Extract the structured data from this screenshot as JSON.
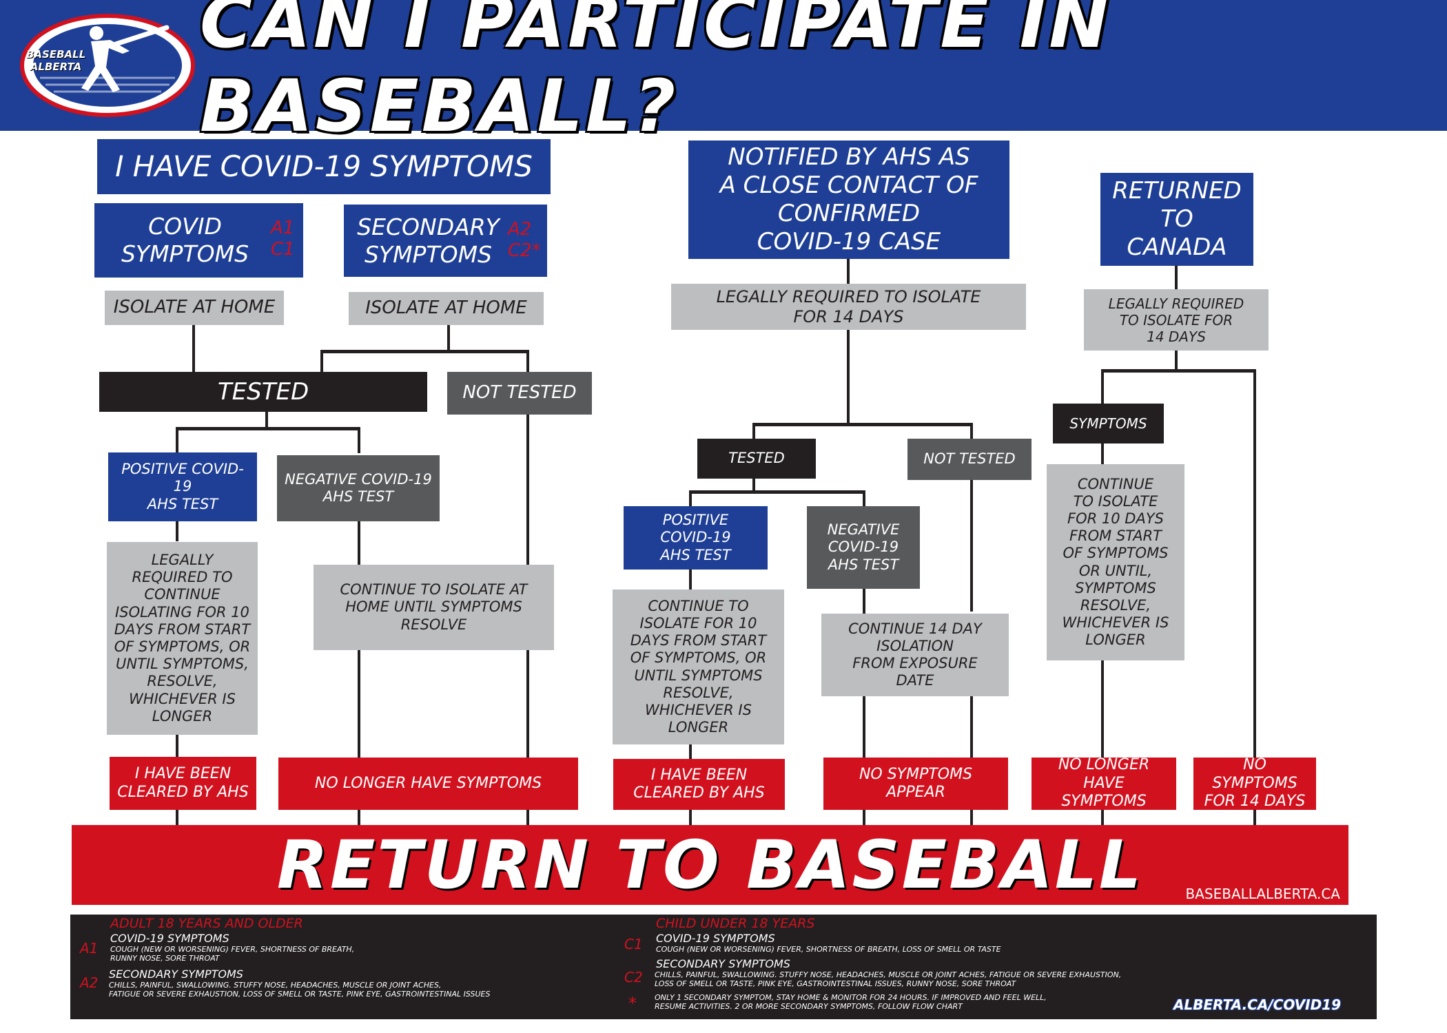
{
  "header": {
    "title": "CAN I PARTICIPATE IN BASEBALL?",
    "logo_line1": "BASEBALL",
    "logo_line2": "ALBERTA"
  },
  "symptoms": {
    "heading": "I HAVE COVID-19 SYMPTOMS",
    "covid_symptoms": "COVID\nSYMPTOMS",
    "covid_refs": "A1\nC1",
    "secondary_symptoms": "SECONDARY\nSYMPTOMS",
    "secondary_refs": "A2\nC2*",
    "isolate_1": "ISOLATE AT HOME",
    "isolate_2": "ISOLATE AT HOME",
    "tested": "TESTED",
    "not_tested": "NOT TESTED",
    "positive": "POSITIVE COVID-19\nAHS TEST",
    "negative": "NEGATIVE COVID-19\nAHS TEST",
    "positive_action": "LEGALLY\nREQUIRED TO\nCONTINUE\nISOLATING FOR 10\nDAYS FROM START\nOF SYMPTOMS, OR\nUNTIL SYMPTOMS,\nRESOLVE,\nWHICHEVER IS\nLONGER",
    "negative_action": "CONTINUE TO ISOLATE AT\nHOME UNTIL SYMPTOMS\nRESOLVE",
    "cleared": "I HAVE BEEN\nCLEARED BY AHS",
    "no_longer": "NO LONGER HAVE SYMPTOMS"
  },
  "contact": {
    "heading": "NOTIFIED BY AHS AS\nA CLOSE CONTACT OF\nCONFIRMED\nCOVID-19 CASE",
    "isolate": "LEGALLY REQUIRED TO ISOLATE\nFOR 14 DAYS",
    "tested": "TESTED",
    "not_tested": "NOT TESTED",
    "positive": "POSITIVE\nCOVID-19\nAHS TEST",
    "negative": "NEGATIVE\nCOVID-19\nAHS TEST",
    "positive_action": "CONTINUE TO\nISOLATE FOR 10\nDAYS FROM START\nOF SYMPTOMS, OR\nUNTIL SYMPTOMS\nRESOLVE,\nWHICHEVER IS\nLONGER",
    "negative_action": "CONTINUE 14 DAY\nISOLATION\nFROM EXPOSURE\nDATE",
    "cleared": "I HAVE BEEN\nCLEARED BY AHS",
    "no_symptoms": "NO SYMPTOMS\nAPPEAR"
  },
  "returned": {
    "heading": "RETURNED\nTO CANADA",
    "isolate": "LEGALLY REQUIRED\nTO ISOLATE FOR\n14 DAYS",
    "symptoms": "SYMPTOMS",
    "symptoms_action": "CONTINUE\nTO ISOLATE\nFOR 10 DAYS\nFROM START\nOF SYMPTOMS\nOR UNTIL,\nSYMPTOMS\nRESOLVE,\nWHICHEVER IS\nLONGER",
    "no_longer": "NO LONGER HAVE\nSYMPTOMS",
    "no_symptoms_14": "NO SYMPTOMS\nFOR 14 DAYS"
  },
  "return_banner": {
    "text": "RETURN TO BASEBALL",
    "url": "BASEBALLALBERTA.CA"
  },
  "footer": {
    "adult_heading": "ADULT 18 YEARS AND OLDER",
    "a1_ref": "A1",
    "a1_title": "COVID-19 SYMPTOMS",
    "a1_text": "COUGH (NEW OR WORSENING) FEVER, SHORTNESS OF BREATH,\nRUNNY NOSE, SORE THROAT",
    "a2_ref": "A2",
    "a2_title": "SECONDARY SYMPTOMS",
    "a2_text": "CHILLS, PAINFUL, SWALLOWING. STUFFY NOSE, HEADACHES, MUSCLE OR JOINT ACHES,\nFATIGUE OR SEVERE EXHAUSTION, LOSS OF SMELL OR TASTE, PINK EYE, GASTROINTESTINAL ISSUES",
    "child_heading": "CHILD UNDER 18 YEARS",
    "c1_ref": "C1",
    "c1_title": "COVID-19 SYMPTOMS",
    "c1_text": "COUGH (NEW OR WORSENING) FEVER, SHORTNESS OF BREATH, LOSS OF SMELL OR TASTE",
    "c2_ref": "C2",
    "c2_title": "SECONDARY SYMPTOMS",
    "c2_text": "CHILLS, PAINFUL, SWALLOWING. STUFFY NOSE, HEADACHES, MUSCLE OR JOINT ACHES, FATIGUE OR SEVERE EXHAUSTION,\nLOSS OF SMELL OR TASTE, PINK EYE, GASTROINTESTINAL ISSUES, RUNNY NOSE, SORE THROAT",
    "star_ref": "*",
    "star_text": "ONLY 1 SECONDARY SYMPTOM, STAY HOME & MONITOR FOR 24 HOURS. IF IMPROVED AND FEEL WELL,\nRESUME ACTIVITIES. 2 OR MORE SECONDARY SYMPTOMS, FOLLOW FLOW CHART",
    "url": "ALBERTA.CA/COVID19"
  },
  "colors": {
    "blue": "#1e3f95",
    "red": "#d2111f",
    "dark": "#231f20",
    "gray": "#bcbec0",
    "mid_gray": "#58595b"
  }
}
